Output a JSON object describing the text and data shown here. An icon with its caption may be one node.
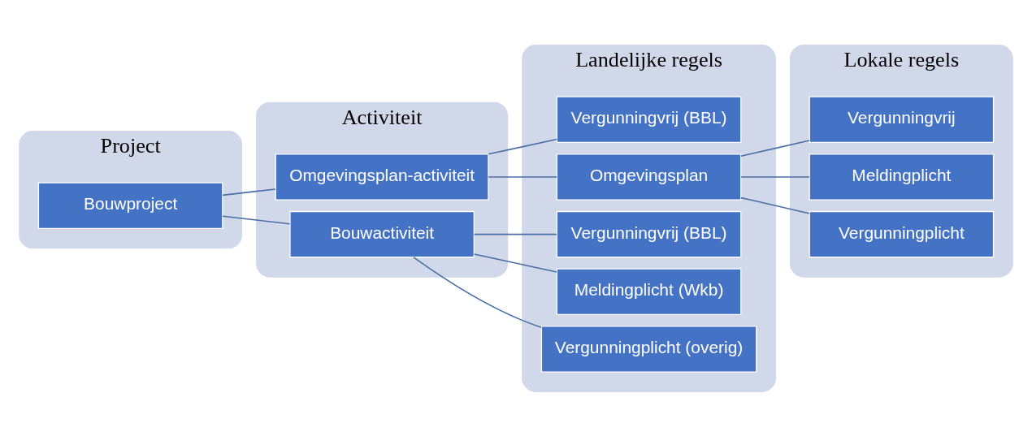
{
  "diagram": {
    "nodes": [
      {
        "text": [
          "Project"
        ]
      },
      {
        "text": [
          "Bouwproject"
        ],
        "in": 0
      },
      {
        "text": [
          "Activiteit"
        ]
      },
      {
        "text": [
          "Omgevingsplan-activiteit"
        ],
        "in": 2
      },
      {
        "text": [
          "Bouwactiviteit"
        ],
        "in": 2
      },
      {
        "text": [
          "Landelijke regels"
        ]
      },
      {
        "text": [
          "Vergunningvrij (BBL)"
        ],
        "in": 5
      },
      {
        "text": [
          "Omgevingsplan"
        ],
        "in": 5
      },
      {
        "text": [
          "Vergunningvrij (BBL)"
        ],
        "in": 5
      },
      {
        "text": [
          "Meldingplicht (Wkb)"
        ],
        "in": 5
      },
      {
        "text": [
          "Vergunningplicht (overig)"
        ],
        "in": 5
      },
      {
        "text": [
          "Lokale regels"
        ]
      },
      {
        "text": [
          "Vergunningvrij"
        ],
        "in": 11
      },
      {
        "text": [
          "Meldingplicht"
        ],
        "in": 11
      },
      {
        "text": [
          "Vergunningplicht"
        ],
        "in": 11
      }
    ],
    "edges": [
      {
        "from": 1,
        "to": 3,
        "arrow": "none"
      },
      {
        "from": 1,
        "to": 4,
        "arrow": "none"
      },
      {
        "from": 3,
        "to": 6,
        "arrow": "none"
      },
      {
        "from": 3,
        "to": 7,
        "arrow": "none"
      },
      {
        "from": 7,
        "to": 12,
        "arrow": "none"
      },
      {
        "from": 7,
        "to": 13,
        "arrow": "none"
      },
      {
        "from": 7,
        "to": 14,
        "arrow": "none"
      },
      {
        "from": 4,
        "to": 8,
        "arrow": "none"
      },
      {
        "from": 4,
        "to": 9,
        "arrow": "none"
      },
      {
        "from": 4,
        "to": 10,
        "arrow": "none"
      }
    ]
  }
}
